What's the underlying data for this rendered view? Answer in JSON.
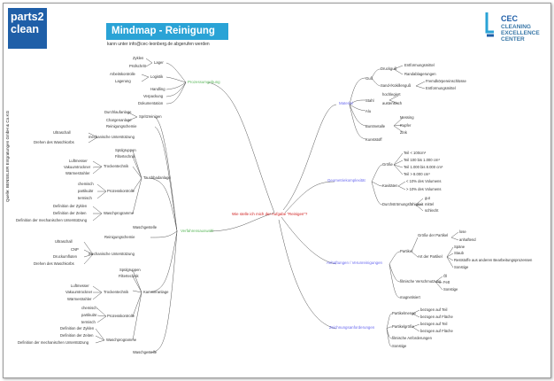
{
  "logo_left": {
    "line1": "parts2",
    "line2": "clean"
  },
  "header": {
    "title": "Mindmap - Reinigung",
    "subtitle": "kann unter info@cec-leonberg.de abgerufen werden"
  },
  "source": "Quelle: BENSELER Entgratungen GmbH & Co.KG",
  "logo_right": {
    "brand": "CEC",
    "line1": "CLEANING",
    "line2": "EXCELLENCE",
    "line3": "CENTER"
  },
  "center": "Wie stelle ich mich der Aufgabe \"Reinigen\"?",
  "right": {
    "material": {
      "label": "Material",
      "guss": {
        "label": "Guß",
        "children": [
          {
            "label": "Druckguß",
            "children": [
              "Entformungsmittel",
              "Randablagerungen"
            ]
          },
          {
            "label": "Sand-/Kokillenguß",
            "children": [
              "Fremdkörpereinschlüsse",
              "Entformungsmittel"
            ]
          }
        ]
      },
      "stahl": {
        "label": "Stahl",
        "children": [
          "hochlegiert",
          "austenitisch"
        ]
      },
      "alu": "Alu",
      "buntmetalle": {
        "label": "Buntmetalle",
        "children": [
          "Messing",
          "Kupfer",
          "Zink"
        ]
      },
      "kunststoff": "Kunststoff"
    },
    "geometrie": {
      "label": "Geometriekomplexität",
      "groesse": {
        "label": "Größe",
        "children": [
          "Teil < 100cm³",
          "Teil 100 bis 1.000 cm³",
          "Teil 1.000 bis 8.000 cm³",
          "Teil > 8.000 cm³"
        ]
      },
      "kavitaten": {
        "label": "Kavitäten",
        "children": [
          "< 10% des Volumens",
          "> 10% des Volumens"
        ]
      },
      "durchstroemung": {
        "label": "Durchströmungsfähigkeit",
        "children": [
          "gut",
          "mittel",
          "schlecht"
        ]
      }
    },
    "anhaftungen": {
      "label": "Anhaftungen / Verunreinigungen",
      "partikel": {
        "label": "Partikel",
        "groesse": "Größe der Partikel",
        "groesse_children": [
          "lose",
          "anhaftend"
        ],
        "art": "Art der Partikel",
        "art_children": [
          "Späne",
          "Staub",
          "Reststoffe aus anderen Bearbeitungsprozessen",
          "Sonstige"
        ]
      },
      "filmisch": {
        "label": "filmische Verschmutzung",
        "children": [
          "Öl",
          "Fett",
          "Sonstige"
        ]
      },
      "magnetisiert": "magnetisiert"
    },
    "zeichnung": {
      "label": "Zeichnungsanforderungen",
      "partikelmenge": {
        "label": "Partikelmenge",
        "children": [
          "bezogen auf Teil",
          "bezogen auf Fläche"
        ]
      },
      "partikelgroesse": {
        "label": "Partikelgröße",
        "children": [
          "bezogen auf Teil",
          "bezogen auf Fläche"
        ]
      },
      "filmisch": "filmische Anforderungen",
      "sonstige": "Sonstige"
    }
  },
  "left": {
    "prozess": {
      "label": "Prozessumgebung",
      "lager": "Lager",
      "zyklen": "Zyklen",
      "pruefschritt": "Prüfschritt",
      "logistik": "Logistik",
      "arbeitskontrolle": "Arbeitskontrolle",
      "lagerung": "Lagerung",
      "handling": "Handling",
      "verpackung": "Verpackung",
      "dokumentation": "Dokumentation"
    },
    "verfahren": {
      "label": "Verfahrensauswahl",
      "spritzreinigen": {
        "label": "Spritzreinigen",
        "children": [
          "Durchlaufanlage",
          "Chargenanlage"
        ]
      },
      "reinigungschemie1": "Reinigungschemie",
      "mech1": {
        "label": "mechanische Unterstützung",
        "children": [
          "Ultraschall",
          "Drehen des Waschkorbs"
        ]
      },
      "spuelgruppen1": "Spülgruppen",
      "filtertechnik1": "Filtertechnik",
      "tauchbad": "Tauchbadanlage",
      "trocken1": {
        "label": "Trockentechnik",
        "children": [
          "Luftmesser",
          "Vakuumtrockner",
          "Wärmestrahler"
        ]
      },
      "prozesskontrolle1": {
        "label": "Prozesskontrolle",
        "children": [
          "chemisch",
          "partikulär",
          "termisch"
        ]
      },
      "waschprogramme1": {
        "label": "Waschprogramme",
        "children": [
          "Definition der Zyklen",
          "Definition der Zeiten",
          "Definition der mechanischen Unterstützung"
        ]
      },
      "waschgestelle1": "Waschgestelle",
      "reinigungschemie2": "Reinigungschemie",
      "mech2": {
        "label": "mechanische Unterstützung",
        "children": [
          "Ultraschall",
          "CNP",
          "Druckumfluten",
          "Drehen des Waschkorbs"
        ]
      },
      "spuelgruppen2": "Spülgruppen",
      "filtertechnik2": "Filtertechnik",
      "kammeranlage": "Kammeranlage",
      "trocken2": {
        "label": "Trockentechnik",
        "children": [
          "Luftmesser",
          "Vakuumtrockner",
          "Wärmestrahler"
        ]
      },
      "prozesskontrolle2": {
        "label": "Prozesskontrolle",
        "children": [
          "chemisch",
          "partikulär",
          "termisch"
        ]
      },
      "waschprogramme2": {
        "label": "Waschprogramme",
        "children": [
          "Definition der Zyklen",
          "Definition der Zeiten",
          "Definition der mechanischen Unterstützung"
        ]
      },
      "waschgestelle2": "Waschgestelle"
    }
  },
  "colors": {
    "branch_primary": "#6a6af0",
    "branch_secondary": "#5cb85c",
    "center_text": "#d02020",
    "line": "#555555",
    "title_bg": "#2aa3d6",
    "logo_bg": "#1f5fa8"
  }
}
